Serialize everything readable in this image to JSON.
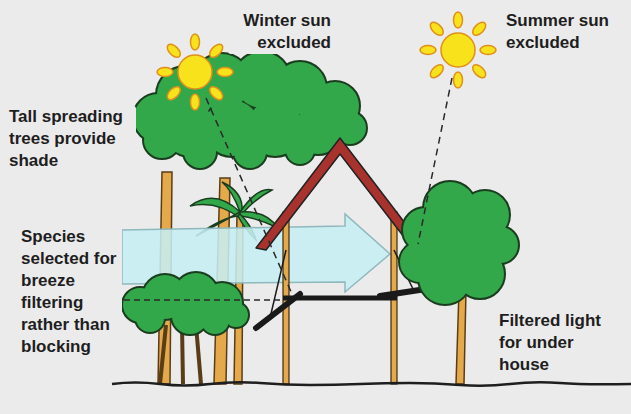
{
  "diagram": {
    "labels": [
      "Winter sun excluded",
      "Summer sun excluded",
      "Tall spreading trees provide shade",
      "Species selected for breeze filtering rather than blocking",
      "Filtered light for under house"
    ]
  }
}
